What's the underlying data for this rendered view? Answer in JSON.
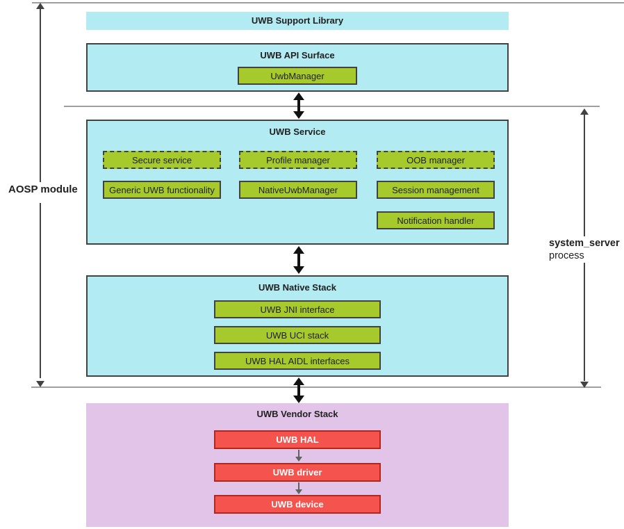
{
  "colors": {
    "cyan": "#b2ebf2",
    "green": "#a6c92c",
    "purple": "#e2c4e8",
    "red": "#f4534e",
    "dark": "#424242",
    "redborder": "#b3261e",
    "grayline": "#9e9e9e"
  },
  "side_labels": {
    "aosp_module": "AOSP module",
    "system_server": "system_server",
    "process": "process"
  },
  "support_library": {
    "title": "UWB Support Library"
  },
  "api_surface": {
    "title": "UWB API Surface",
    "uwb_manager": "UwbManager"
  },
  "uwb_service": {
    "title": "UWB Service",
    "dashed_boxes": [
      "Secure service",
      "Profile manager",
      "OOB manager"
    ],
    "solid_boxes": [
      "Generic UWB functionality",
      "NativeUwbManager",
      "Session management"
    ],
    "extra_boxes": [
      "Notification handler"
    ]
  },
  "native_stack": {
    "title": "UWB Native Stack",
    "items": [
      "UWB JNI interface",
      "UWB UCI stack",
      "UWB HAL AIDL interfaces"
    ]
  },
  "vendor_stack": {
    "title": "UWB Vendor Stack",
    "items": [
      "UWB HAL",
      "UWB driver",
      "UWB device"
    ]
  }
}
